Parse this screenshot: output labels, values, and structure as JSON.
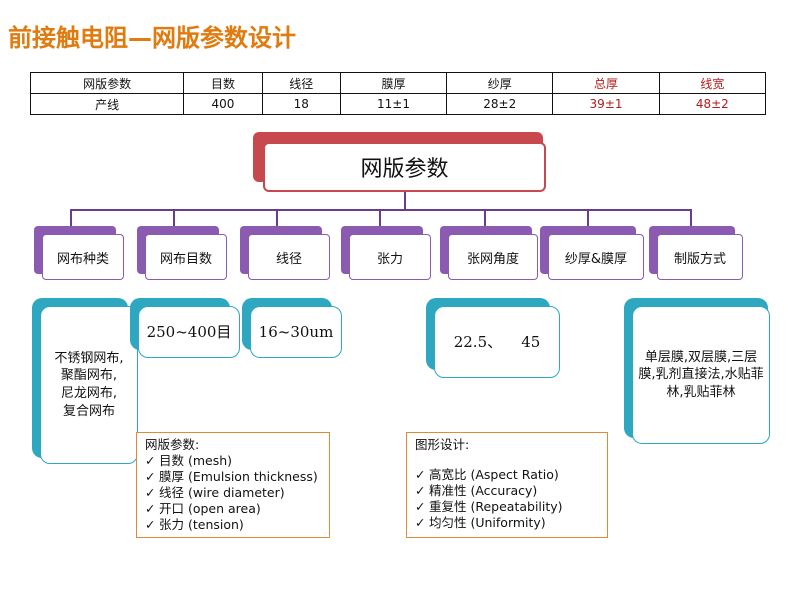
{
  "title": "前接触电阻—网版参数设计",
  "table": {
    "header": [
      "网版参数",
      "目数",
      "线径",
      "膜厚",
      "纱厚",
      "总厚",
      "线宽"
    ],
    "row": [
      "产线",
      "400",
      "18",
      "11±1",
      "28±2",
      "39±1",
      "48±2"
    ],
    "highlight_color": "#b31b1b"
  },
  "diagram": {
    "root": "网版参数",
    "categories": [
      "网布种类",
      "网布目数",
      "线径",
      "张力",
      "张网角度",
      "纱厚&膜厚",
      "制版方式"
    ],
    "details": {
      "mesh_type": "不锈钢网布,\n聚酯网布,\n尼龙网布,\n复合网布",
      "mesh_count": "250~400目",
      "wire_diameter": "16~30um",
      "angle": "22.5、    45",
      "method": "单层膜,双层膜,三层膜,乳剂直接法,水贴菲林,乳贴菲林"
    },
    "colors": {
      "root": "#c8494d",
      "category": "#8a5bb0",
      "detail": "#2ea8c0",
      "connector": "#6a3d8c"
    }
  },
  "legend_left": {
    "head": "网版参数:",
    "items": [
      "目数 (mesh)",
      "膜厚 (Emulsion thickness)",
      "线径 (wire diameter)",
      "开口 (open area)",
      "张力 (tension)"
    ]
  },
  "legend_right": {
    "head": "图形设计:",
    "items": [
      "高宽比 (Aspect Ratio)",
      "精准性 (Accuracy)",
      "重复性 (Repeatability)",
      "均匀性 (Uniformity)"
    ]
  },
  "icons": {
    "check": "check-icon"
  }
}
